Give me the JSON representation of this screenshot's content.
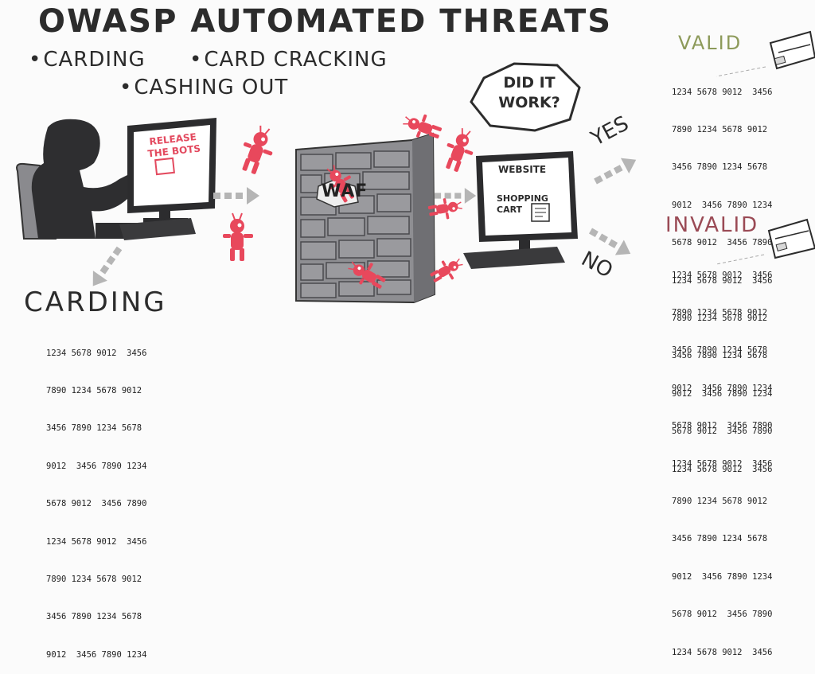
{
  "title": "OWASP AUTOMATED THREATS",
  "threats": [
    "CARDING",
    "CARD CRACKING",
    "CASHING OUT"
  ],
  "screen_text": "RELEASE THE BOTS",
  "waf_label": "WAF",
  "question": "DID IT WORK?",
  "website_label": "WEBSITE",
  "cart_label": "SHOPPING CART",
  "yes_label": "YES",
  "no_label": "NO",
  "carding_heading": "CARDING",
  "valid_heading": "VALID",
  "invalid_heading": "INVALID",
  "carding_numbers": [
    "1234 5678 9012  3456",
    "7890 1234 5678 9012",
    "3456 7890 1234 5678",
    "9012  3456 7890 1234",
    "5678 9012  3456 7890",
    "1234 5678 9012  3456",
    "7890 1234 5678 9012",
    "3456 7890 1234 5678",
    "9012  3456 7890 1234"
  ],
  "valid_numbers": [
    "1234 5678 9012  3456",
    "7890 1234 5678 9012",
    "3456 7890 1234 5678",
    "9012  3456 7890 1234",
    "5678 9012  3456 7890",
    "1234 5678 9012  3456",
    "7890 1234 5678 9012",
    "3456 7890 1234 5678",
    "9012  3456 7890 1234",
    "5678 9012  3456 7890",
    "1234 5678 9012  3456"
  ],
  "invalid_numbers": [
    "1234 5678 9012  3456",
    "7890 1234 5678 9012",
    "3456 7890 1234 5678",
    "9012  3456 7890 1234",
    "5678 9012  3456 7890",
    "1234 5678 9012  3456",
    "7890 1234 5678 9012",
    "3456 7890 1234 5678",
    "9012  3456 7890 1234",
    "5678 9012  3456 7890",
    "1234 5678 9012  3456"
  ],
  "colors": {
    "bot": "#e8485c",
    "wall": "#8e8e92",
    "valid": "#8d9a5a",
    "invalid": "#9a4a55",
    "arrow": "#b5b5b5"
  }
}
